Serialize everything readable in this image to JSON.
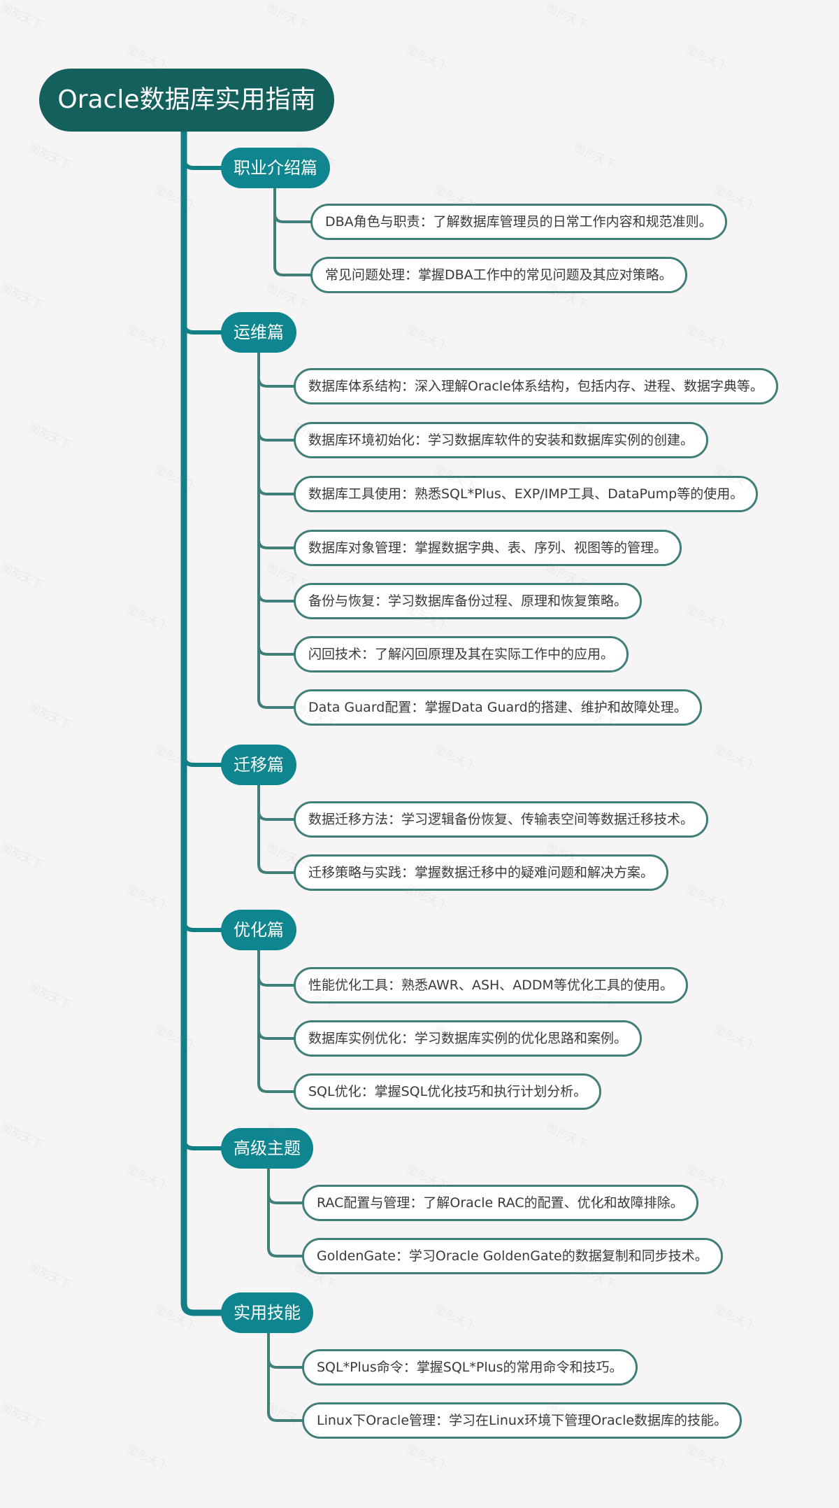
{
  "root": {
    "title": "Oracle数据库实用指南"
  },
  "watermark": "图形天下",
  "colors": {
    "root": "#14605d",
    "category": "#0f8590",
    "item_border": "#3f7f78",
    "trunk": "#107f86",
    "background": "#f6f4f5"
  },
  "categories": [
    {
      "label": "职业介绍篇",
      "items": [
        "DBA角色与职责：了解数据库管理员的日常工作内容和规范准则。",
        "常见问题处理：掌握DBA工作中的常见问题及其应对策略。"
      ]
    },
    {
      "label": "运维篇",
      "items": [
        "数据库体系结构：深入理解Oracle体系结构，包括内存、进程、数据字典等。",
        "数据库环境初始化：学习数据库软件的安装和数据库实例的创建。",
        "数据库工具使用：熟悉SQL*Plus、EXP/IMP工具、DataPump等的使用。",
        "数据库对象管理：掌握数据字典、表、序列、视图等的管理。",
        "备份与恢复：学习数据库备份过程、原理和恢复策略。",
        "闪回技术：了解闪回原理及其在实际工作中的应用。",
        "Data Guard配置：掌握Data Guard的搭建、维护和故障处理。"
      ]
    },
    {
      "label": "迁移篇",
      "items": [
        "数据迁移方法：学习逻辑备份恢复、传输表空间等数据迁移技术。",
        "迁移策略与实践：掌握数据迁移中的疑难问题和解决方案。"
      ]
    },
    {
      "label": "优化篇",
      "items": [
        "性能优化工具：熟悉AWR、ASH、ADDM等优化工具的使用。",
        "数据库实例优化：学习数据库实例的优化思路和案例。",
        "SQL优化：掌握SQL优化技巧和执行计划分析。"
      ]
    },
    {
      "label": "高级主题",
      "items": [
        "RAC配置与管理：了解Oracle RAC的配置、优化和故障排除。",
        "GoldenGate：学习Oracle GoldenGate的数据复制和同步技术。"
      ]
    },
    {
      "label": "实用技能",
      "items": [
        "SQL*Plus命令：掌握SQL*Plus的常用命令和技巧。",
        "Linux下Oracle管理：学习在Linux环境下管理Oracle数据库的技能。"
      ]
    }
  ]
}
